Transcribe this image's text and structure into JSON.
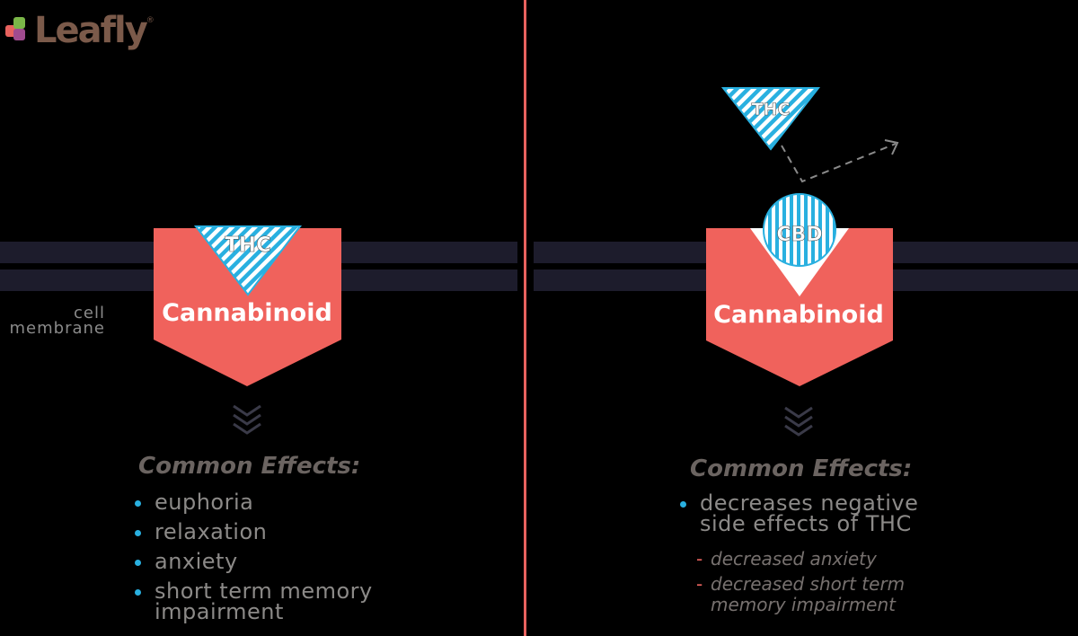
{
  "logo": {
    "text": "Leafly",
    "reg": "®",
    "colors": [
      "#e8625e",
      "#7ab648",
      "#a04b8f",
      "#f2a23a"
    ]
  },
  "membrane_label": {
    "line1": "cell",
    "line2": "membrane"
  },
  "left": {
    "receptor_label": "Cannabinoid",
    "molecule_label": "THC",
    "effects_title": "Common Effects:",
    "effects": [
      "euphoria",
      "relaxation",
      "anxiety",
      "short term memory impairment"
    ]
  },
  "right": {
    "receptor_label": "Cannabinoid",
    "blocked_molecule_label": "THC",
    "bound_molecule_label": "CBD",
    "effects_title": "Common Effects:",
    "effects": [
      "decreases negative side effects of THC"
    ],
    "sub_effects": [
      "decreased anxiety",
      "decreased short term memory impairment"
    ]
  },
  "colors": {
    "receptor": "#f0625c",
    "molecule": "#29b0e0",
    "membrane": "#1d1c2c",
    "divider": "#e8625e"
  }
}
